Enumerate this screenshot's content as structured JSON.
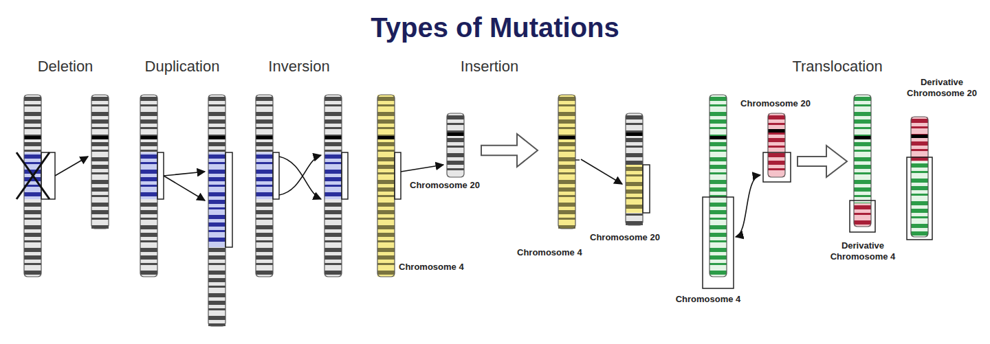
{
  "diagram": {
    "title": "Types of Mutations",
    "labels": [
      "Deletion",
      "Duplication",
      "Inversion",
      "Insertion",
      "Translocation",
      "Chromosome 20",
      "Chromosome 4",
      "Chromosome 4",
      "Chromosome 20",
      "Chromosome 20",
      "Derivative Chromosome 20",
      "Derivative Chromosome 4",
      "Chromosome 4"
    ]
  }
}
